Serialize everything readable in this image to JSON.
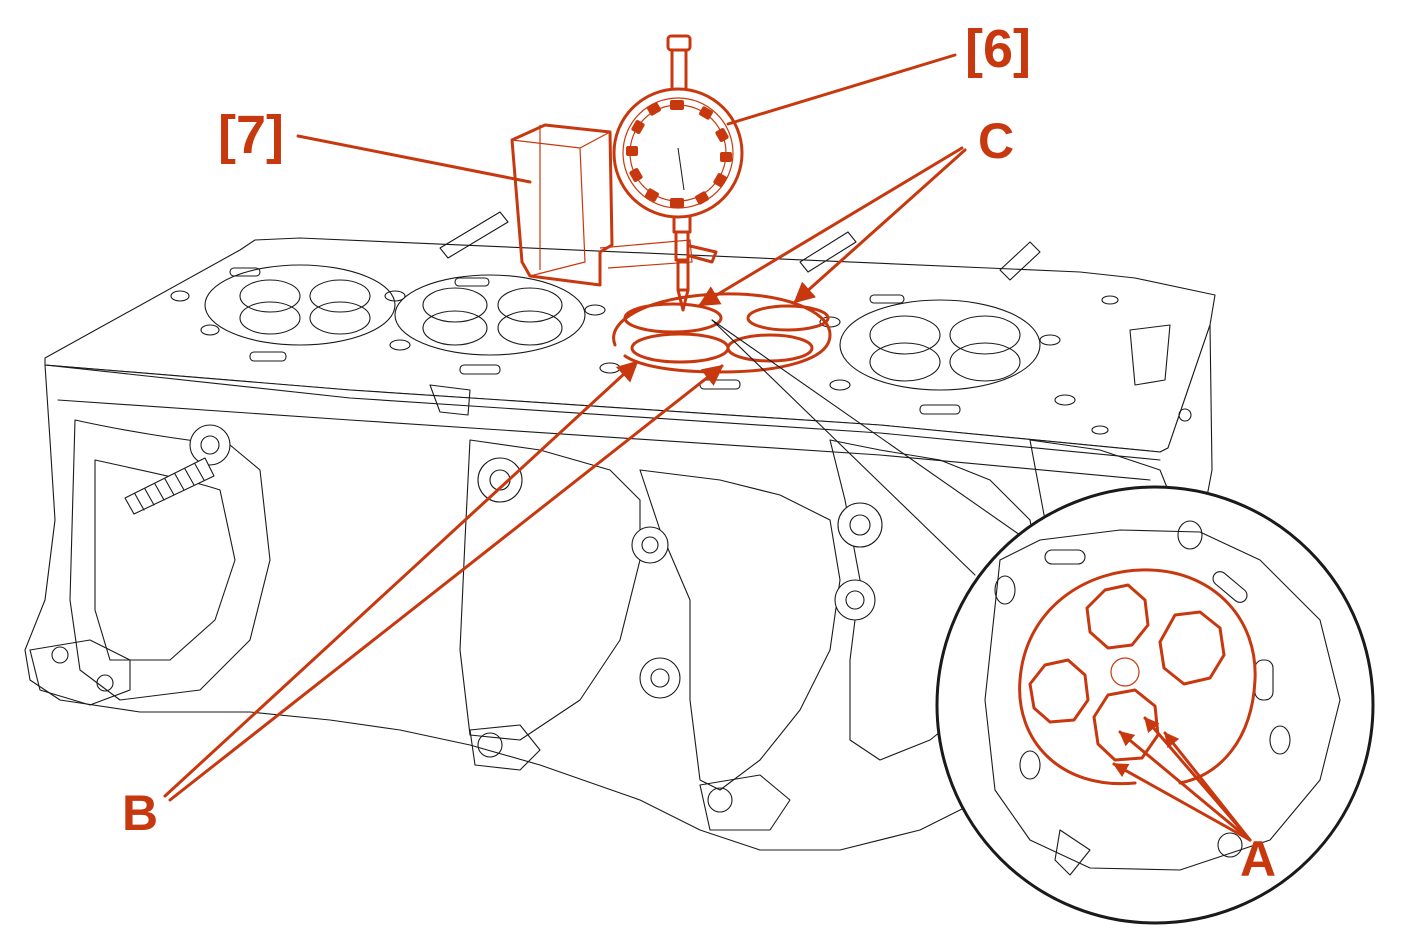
{
  "colors": {
    "callout": "#c8380f",
    "outline": "#1a1a1a",
    "background": "#ffffff"
  },
  "callouts": {
    "ref6": "[6]",
    "ref7": "[7]",
    "label_a": "A",
    "label_b": "B",
    "label_c": "C"
  }
}
